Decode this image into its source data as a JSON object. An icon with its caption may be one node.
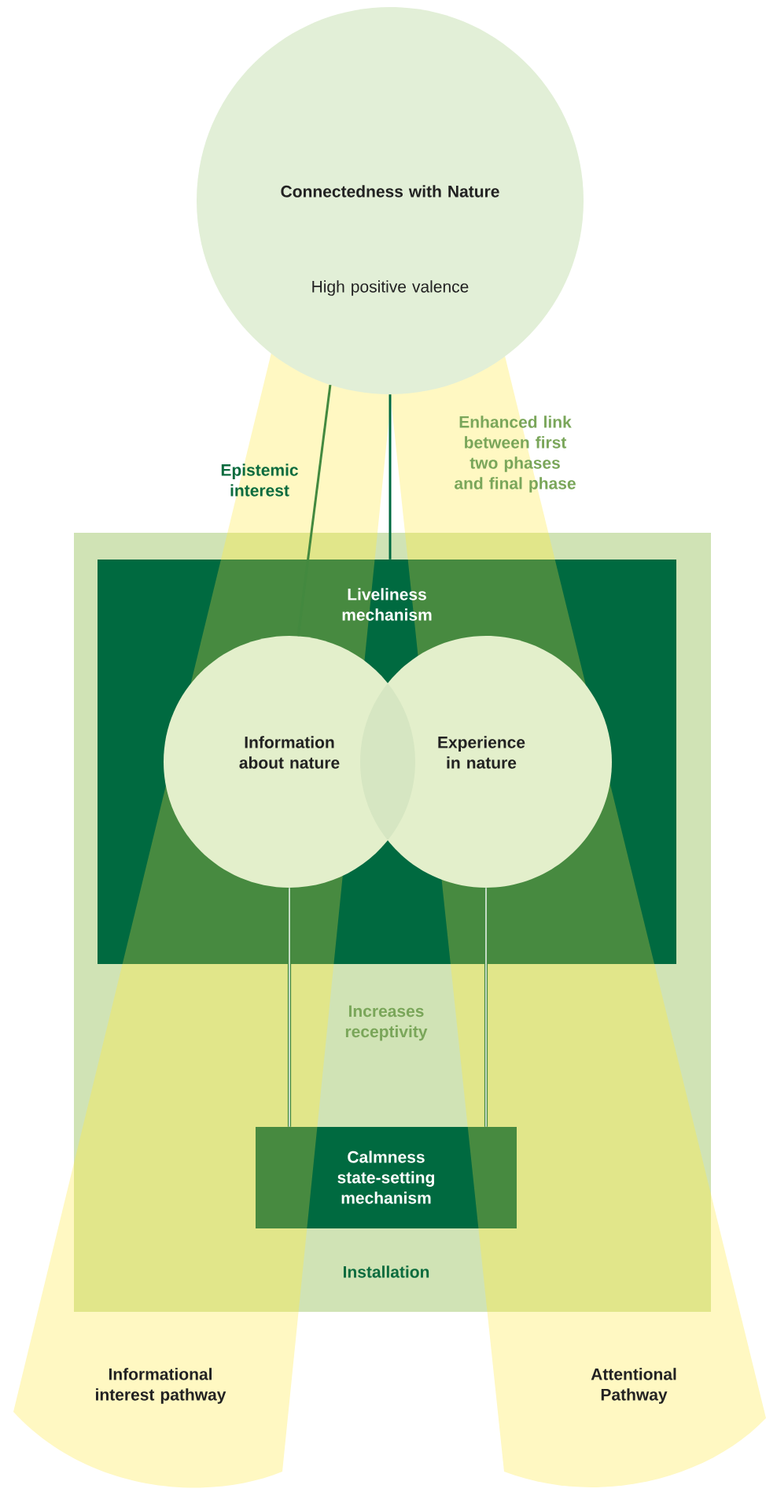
{
  "diagram": {
    "nodes": [
      {
        "text": [
          "Connectedness with Nature",
          "High positive valence"
        ]
      },
      {
        "text": [
          "Installation"
        ]
      },
      {
        "text": [
          "Liveliness mechanism"
        ],
        "in": 1
      },
      {
        "text": [
          "Information about nature"
        ],
        "in": 2
      },
      {
        "text": [
          "Experience in nature"
        ],
        "in": 2
      },
      {
        "text": [
          "Calmness state-setting mechanism"
        ],
        "in": 1
      }
    ],
    "edges": [
      {
        "from": 0,
        "to": 3,
        "arrow": "none",
        "label": "Epistemic interest"
      },
      {
        "from": 0,
        "to": 2,
        "arrow": "none",
        "label": "Enhanced link between first two phases and final phase",
        "color": "#006a40"
      },
      {
        "from": 3,
        "to": 5,
        "arrow": "none"
      },
      {
        "from": 4,
        "to": 5,
        "arrow": "none"
      }
    ],
    "labels": [
      "Increases receptivity",
      "Informational interest pathway",
      "Attentional Pathway"
    ]
  }
}
